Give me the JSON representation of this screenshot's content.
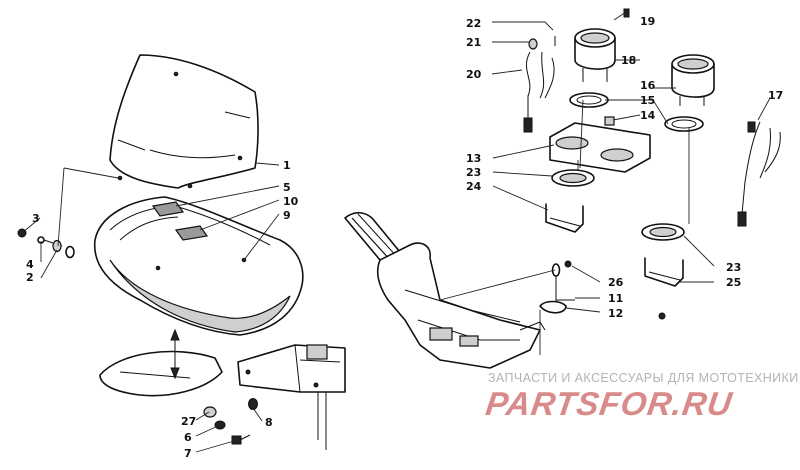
{
  "callouts": {
    "c1": "1",
    "c2": "2",
    "c3": "3",
    "c4": "4",
    "c5": "5",
    "c6": "6",
    "c7": "7",
    "c8": "8",
    "c9": "9",
    "c10": "10",
    "c11": "11",
    "c12": "12",
    "c13": "13",
    "c14": "14",
    "c15": "15",
    "c16": "16",
    "c17": "17",
    "c18": "18",
    "c19": "19",
    "c20": "20",
    "c21": "21",
    "c22": "22",
    "c23a": "23",
    "c23b": "23",
    "c24": "24",
    "c25": "25",
    "c26": "26",
    "c27": "27"
  },
  "watermark": {
    "subtitle": "ЗАПЧАСТИ И АКСЕССУАРЫ ДЛЯ МОТОТЕХНИКИ",
    "brand": "PARTSFOR.RU"
  },
  "colors": {
    "ink": "#111111",
    "watermark_text": "#b3b3b3",
    "watermark_brand": "#d98b8b"
  }
}
